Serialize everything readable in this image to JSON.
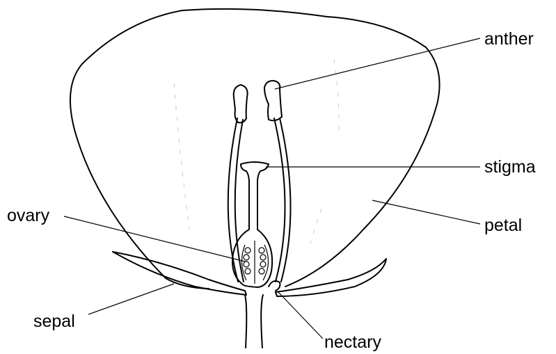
{
  "labels": {
    "anther": "anther",
    "stigma": "stigma",
    "petal": "petal",
    "ovary": "ovary",
    "sepal": "sepal",
    "nectary": "nectary"
  }
}
